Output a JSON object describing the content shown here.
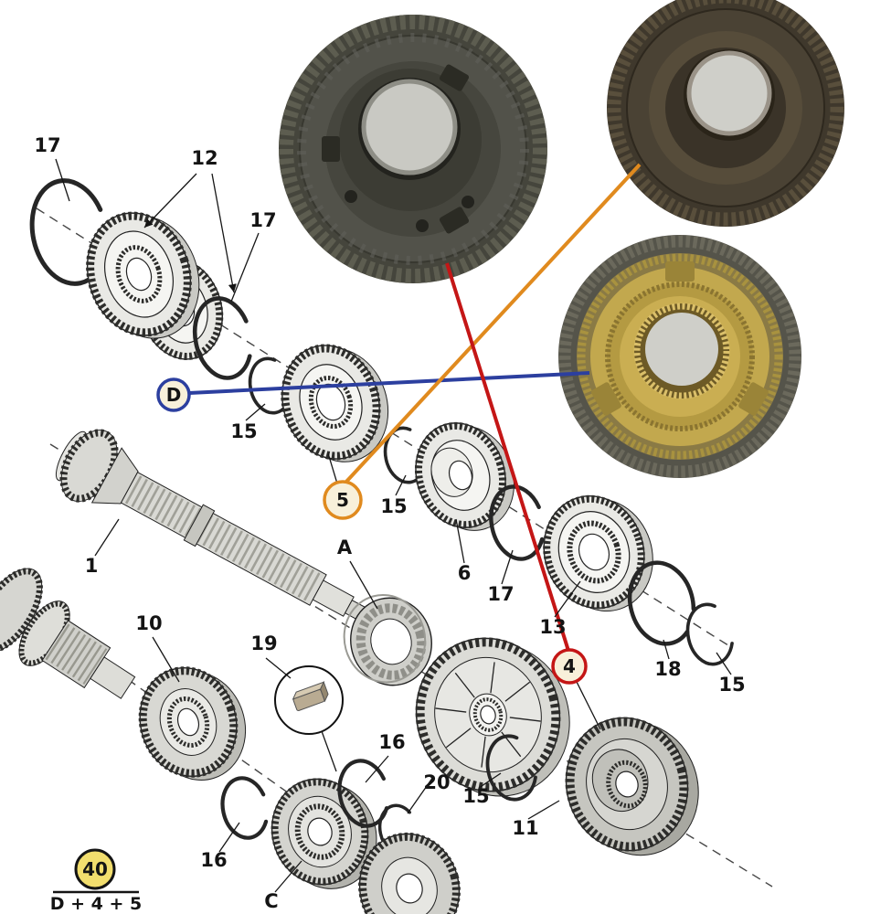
{
  "labels": {
    "l17a": "17",
    "l12": "12",
    "l17b": "17",
    "l15a": "15",
    "l15b": "15",
    "l1": "1",
    "lA": "A",
    "l6": "6",
    "l17c": "17",
    "l13": "13",
    "l18": "18",
    "l15c": "15",
    "l10": "10",
    "l19": "19",
    "l16a": "16",
    "l20": "20",
    "l15d": "15",
    "l16b": "16",
    "lC": "C",
    "l11": "11"
  },
  "callouts": {
    "d": "D",
    "five": "5",
    "four": "4"
  },
  "legend": {
    "circled": "40",
    "formula": "D + 4 + 5"
  },
  "colors": {
    "blue": "#2c3f9f",
    "orange": "#e08a1e",
    "red": "#c41616",
    "legend_fill": "#f2de6e"
  }
}
